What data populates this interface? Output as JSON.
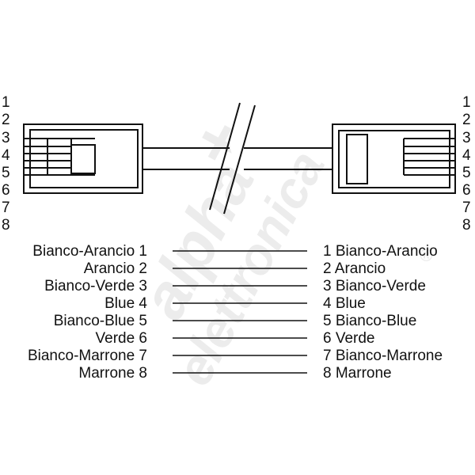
{
  "colors": {
    "ink": "#111111",
    "watermark": "#ececec",
    "background": "#ffffff"
  },
  "watermark": {
    "line1": "alpha",
    "line2": "elettronica",
    "symbol": "+",
    "mark": "®"
  },
  "left_pin_numbers": [
    "1",
    "2",
    "3",
    "4",
    "5",
    "6",
    "7",
    "8"
  ],
  "right_pin_numbers": [
    "1",
    "2",
    "3",
    "4",
    "5",
    "6",
    "7",
    "8"
  ],
  "left_labels": [
    "Bianco-Arancio 1",
    "Arancio 2",
    "Bianco-Verde 3",
    "Blue 4",
    "Bianco-Blue 5",
    "Verde 6",
    "Bianco-Marrone 7",
    "Marrone 8"
  ],
  "right_labels": [
    "1 Bianco-Arancio",
    "2 Arancio",
    "3 Bianco-Verde",
    "4 Blue",
    "5 Bianco-Blue",
    "6 Verde",
    "7 Bianco-Marrone",
    "8 Marrone"
  ]
}
